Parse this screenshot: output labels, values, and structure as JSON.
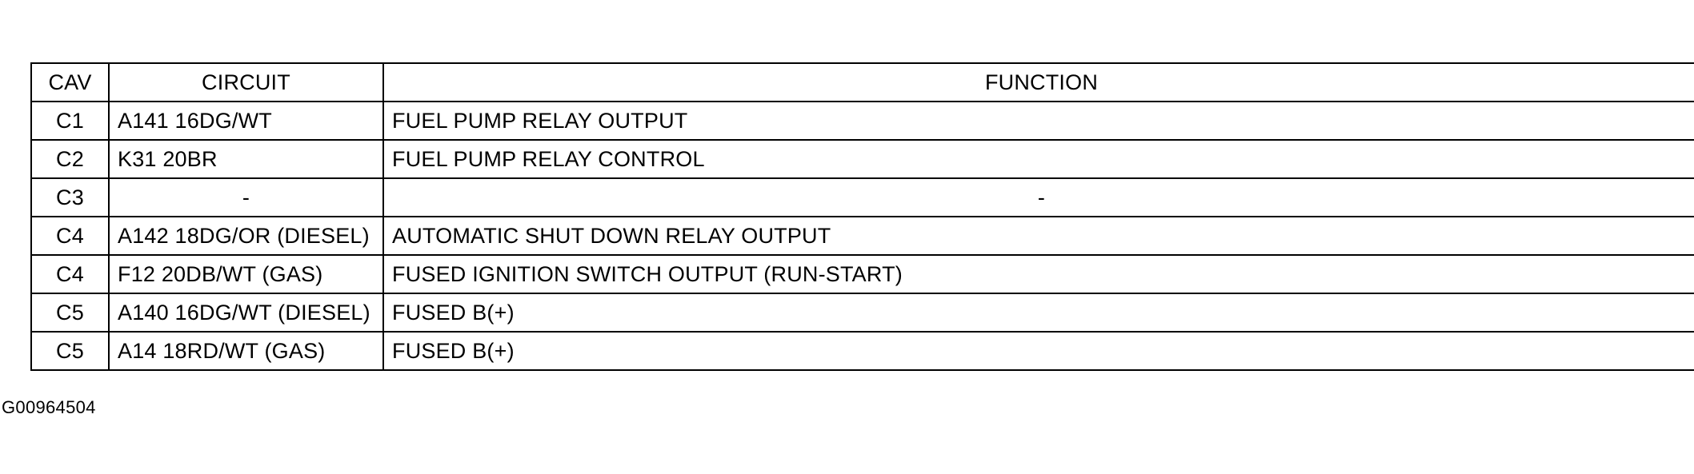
{
  "table": {
    "headers": {
      "cav": "CAV",
      "circuit": "CIRCUIT",
      "function": "FUNCTION"
    },
    "rows": [
      {
        "cav": "C1",
        "circuit": "A141 16DG/WT",
        "function": "FUEL PUMP RELAY OUTPUT"
      },
      {
        "cav": "C2",
        "circuit": "K31 20BR",
        "function": "FUEL PUMP RELAY CONTROL"
      },
      {
        "cav": "C3",
        "circuit": "-",
        "function": "-"
      },
      {
        "cav": "C4",
        "circuit": "A142 18DG/OR (DIESEL)",
        "function": "AUTOMATIC SHUT DOWN RELAY OUTPUT"
      },
      {
        "cav": "C4",
        "circuit": "F12 20DB/WT (GAS)",
        "function": "FUSED IGNITION SWITCH OUTPUT (RUN-START)"
      },
      {
        "cav": "C5",
        "circuit": "A140 16DG/WT (DIESEL)",
        "function": "FUSED B(+)"
      },
      {
        "cav": "C5",
        "circuit": "A14 18RD/WT (GAS)",
        "function": "FUSED B(+)"
      }
    ]
  },
  "figure_code": "G00964504"
}
